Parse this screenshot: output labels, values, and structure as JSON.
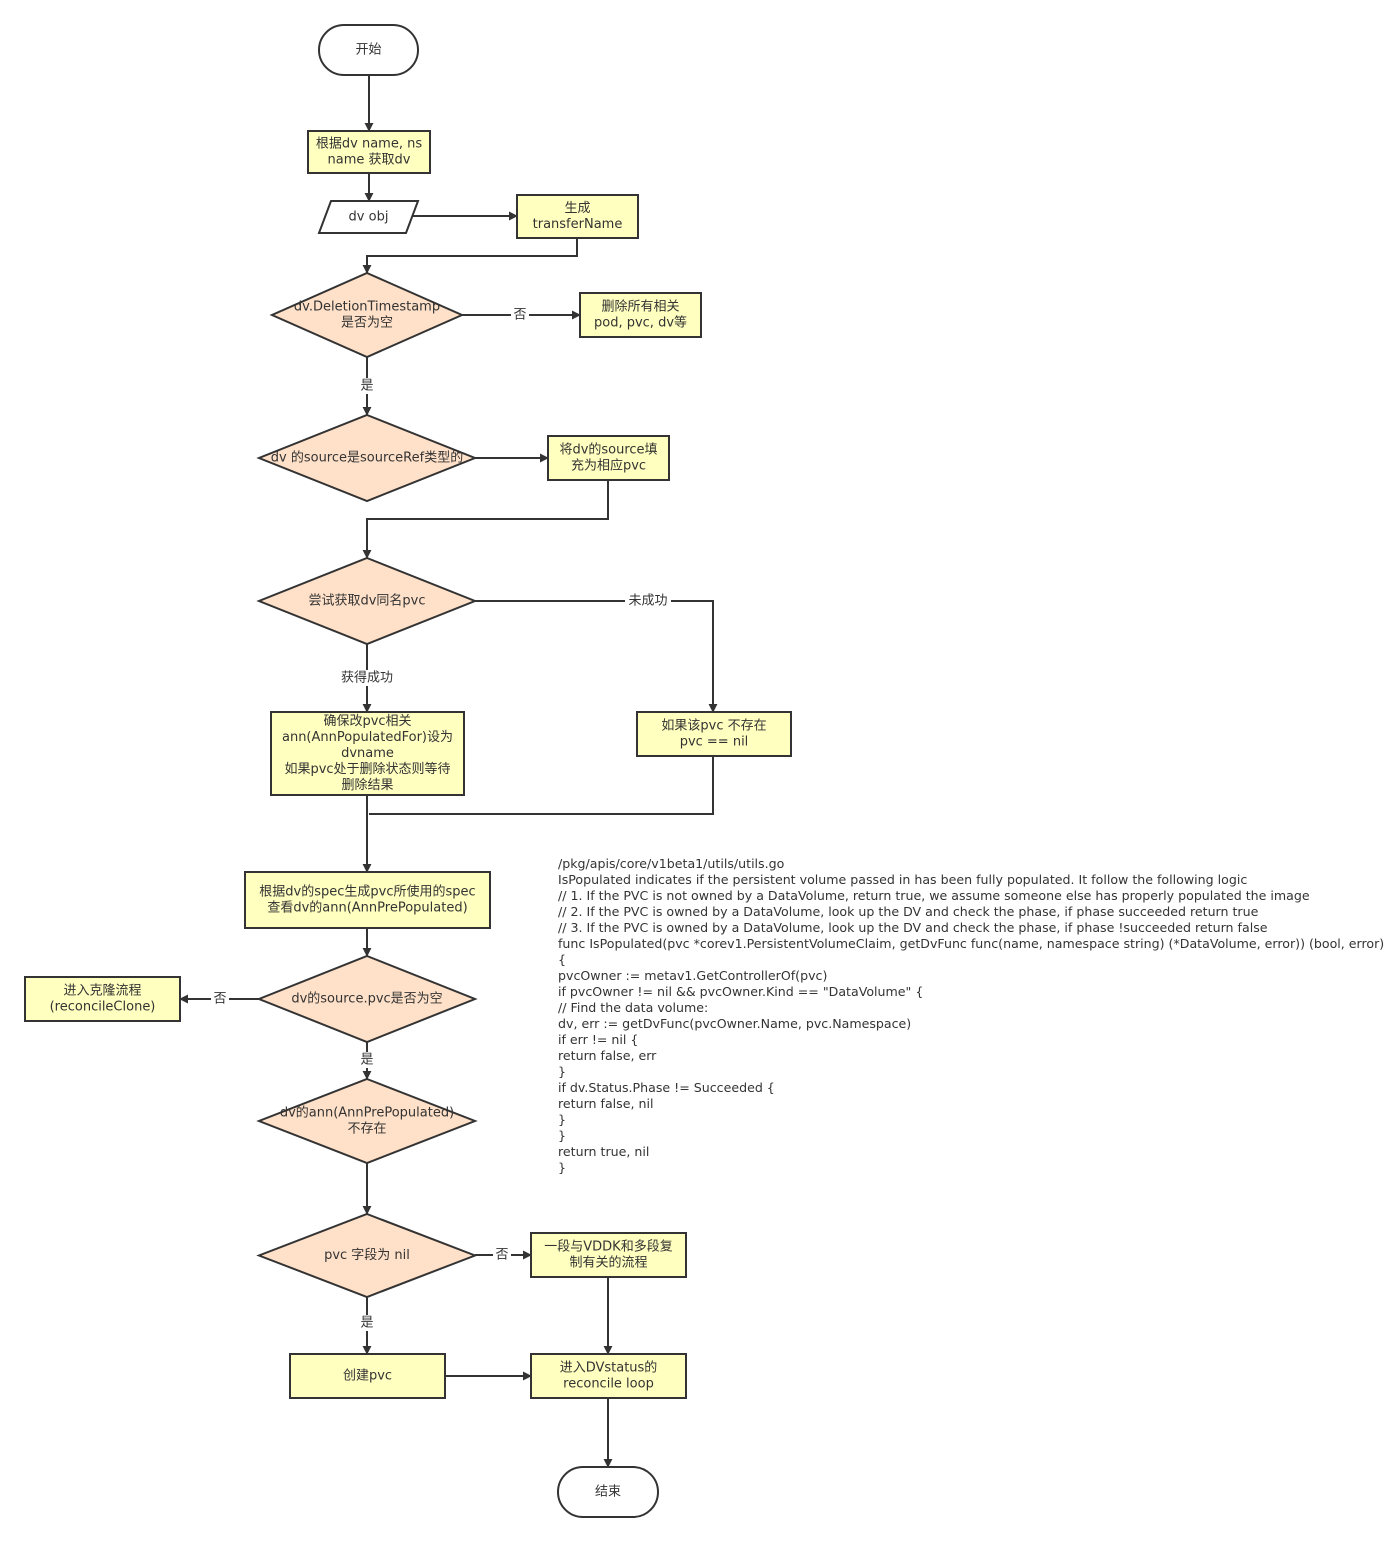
{
  "diagram": {
    "nodes": [
      {
        "id": "start",
        "shape": "terminal",
        "lines": [
          "开始"
        ]
      },
      {
        "id": "get-dv",
        "shape": "process",
        "lines": [
          "根据dv name, ns",
          "name 获取dv"
        ]
      },
      {
        "id": "dv-obj",
        "shape": "data",
        "lines": [
          "dv obj"
        ]
      },
      {
        "id": "gen-transfer",
        "shape": "process",
        "lines": [
          "生成",
          "transferName"
        ]
      },
      {
        "id": "check-deletion",
        "shape": "decision",
        "lines": [
          "dv.DeletionTimestamp",
          "是否为空"
        ]
      },
      {
        "id": "delete-related",
        "shape": "process",
        "lines": [
          "删除所有相关",
          "pod, pvc, dv等"
        ]
      },
      {
        "id": "check-sourceref",
        "shape": "decision",
        "lines": [
          "dv 的source是sourceRef类型的"
        ]
      },
      {
        "id": "fill-source",
        "shape": "process",
        "lines": [
          "将dv的source填",
          "充为相应pvc"
        ]
      },
      {
        "id": "try-get-pvc",
        "shape": "decision",
        "lines": [
          "尝试获取dv同名pvc"
        ]
      },
      {
        "id": "ensure-ann",
        "shape": "process",
        "lines": [
          "确保改pvc相关",
          "ann(AnnPopulatedFor)设为",
          "dvname",
          "如果pvc处于删除状态则等待",
          "删除结果"
        ]
      },
      {
        "id": "pvc-not-exist",
        "shape": "process",
        "lines": [
          "如果该pvc 不存在",
          "pvc == nil"
        ]
      },
      {
        "id": "gen-spec",
        "shape": "process",
        "lines": [
          "根据dv的spec生成pvc所使用的spec",
          "查看dv的ann(AnnPrePopulated)"
        ]
      },
      {
        "id": "check-source-pvc",
        "shape": "decision",
        "lines": [
          "dv的source.pvc是否为空"
        ]
      },
      {
        "id": "clone",
        "shape": "process",
        "lines": [
          "进入克隆流程",
          "(reconcileClone)"
        ]
      },
      {
        "id": "check-ann-prepop",
        "shape": "decision",
        "lines": [
          "dv的ann(AnnPrePopulated)",
          "不存在"
        ]
      },
      {
        "id": "check-pvc-nil",
        "shape": "decision",
        "lines": [
          "pvc 字段为 nil"
        ]
      },
      {
        "id": "vddk",
        "shape": "process",
        "lines": [
          "一段与VDDK和多段复",
          "制有关的流程"
        ]
      },
      {
        "id": "create-pvc",
        "shape": "process",
        "lines": [
          "创建pvc"
        ]
      },
      {
        "id": "dv-status-loop",
        "shape": "process",
        "lines": [
          "进入DVstatus的",
          "reconcile loop"
        ]
      },
      {
        "id": "end",
        "shape": "terminal",
        "lines": [
          "结束"
        ]
      }
    ],
    "edges": [
      {
        "from": "start",
        "to": "get-dv",
        "label": ""
      },
      {
        "from": "get-dv",
        "to": "dv-obj",
        "label": ""
      },
      {
        "from": "dv-obj",
        "to": "gen-transfer",
        "label": ""
      },
      {
        "from": "gen-transfer",
        "to": "check-deletion",
        "label": ""
      },
      {
        "from": "check-deletion",
        "to": "delete-related",
        "label": "否"
      },
      {
        "from": "check-deletion",
        "to": "check-sourceref",
        "label": "是"
      },
      {
        "from": "check-sourceref",
        "to": "fill-source",
        "label": ""
      },
      {
        "from": "fill-source",
        "to": "try-get-pvc",
        "label": ""
      },
      {
        "from": "try-get-pvc",
        "to": "pvc-not-exist",
        "label": "未成功"
      },
      {
        "from": "try-get-pvc",
        "to": "ensure-ann",
        "label": "获得成功"
      },
      {
        "from": "ensure-ann",
        "to": "gen-spec",
        "label": ""
      },
      {
        "from": "pvc-not-exist",
        "to": "gen-spec",
        "label": ""
      },
      {
        "from": "gen-spec",
        "to": "check-source-pvc",
        "label": ""
      },
      {
        "from": "check-source-pvc",
        "to": "clone",
        "label": "否"
      },
      {
        "from": "check-source-pvc",
        "to": "check-ann-prepop",
        "label": "是"
      },
      {
        "from": "check-ann-prepop",
        "to": "check-pvc-nil",
        "label": ""
      },
      {
        "from": "check-pvc-nil",
        "to": "vddk",
        "label": "否"
      },
      {
        "from": "check-pvc-nil",
        "to": "create-pvc",
        "label": "是"
      },
      {
        "from": "vddk",
        "to": "dv-status-loop",
        "label": ""
      },
      {
        "from": "create-pvc",
        "to": "dv-status-loop",
        "label": ""
      },
      {
        "from": "dv-status-loop",
        "to": "end",
        "label": ""
      }
    ]
  },
  "code_note": {
    "lines": [
      "/pkg/apis/core/v1beta1/utils/utils.go",
      "IsPopulated indicates if the persistent volume passed in has been fully populated. It follow the following logic",
      "// 1. If the PVC is not owned by a DataVolume, return true, we assume someone else has properly populated the image",
      "// 2. If the PVC is owned by a DataVolume, look up the DV and check the phase, if phase succeeded return true",
      "// 3. If the PVC is owned by a DataVolume, look up the DV and check the phase, if phase !succeeded return false",
      "func IsPopulated(pvc *corev1.PersistentVolumeClaim, getDvFunc func(name, namespace string) (*DataVolume, error)) (bool, error)",
      "{",
      "pvcOwner := metav1.GetControllerOf(pvc)",
      "if pvcOwner != nil && pvcOwner.Kind == \"DataVolume\" {",
      "// Find the data volume:",
      "dv, err := getDvFunc(pvcOwner.Name, pvc.Namespace)",
      "if err != nil {",
      "return false, err",
      "}",
      "if dv.Status.Phase != Succeeded {",
      "return false, nil",
      "}",
      "}",
      "return true, nil",
      "}"
    ]
  },
  "colors": {
    "process_fill": "#ffffc0",
    "decision_fill": "#ffe0c8",
    "terminal_fill": "#ffffff",
    "stroke": "#333333",
    "text": "#333333"
  }
}
